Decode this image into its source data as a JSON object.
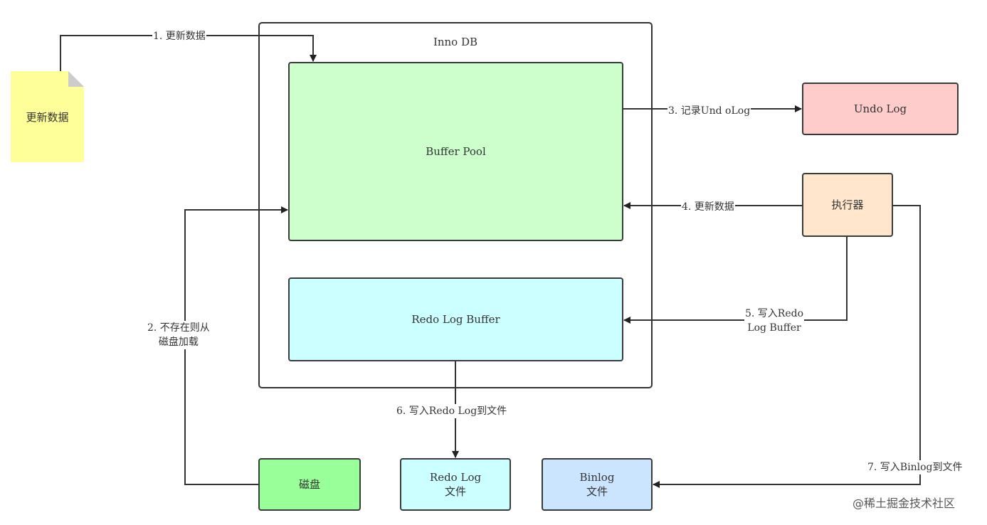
{
  "note": {
    "label": "更新数据",
    "color": "#ffff99"
  },
  "innodb": {
    "title": "Inno DB"
  },
  "boxes": {
    "buffer_pool": {
      "label": "Buffer Pool",
      "color": "#ccffcc"
    },
    "redo_log_buffer": {
      "label": "Redo Log Buffer",
      "color": "#ccffff"
    },
    "undo_log": {
      "label": "Undo Log",
      "color": "#ffcccc"
    },
    "executor": {
      "label": "执行器",
      "color": "#ffe6cc"
    },
    "disk": {
      "label": "磁盘",
      "color": "#99ff99"
    },
    "redo_log_file": {
      "line1": "Redo Log",
      "line2": "文件",
      "color": "#ccffff"
    },
    "binlog_file": {
      "line1": "Binlog",
      "line2": "文件",
      "color": "#cce5ff"
    }
  },
  "edges": {
    "e1": "1. 更新数据",
    "e2_line1": "2. 不存在则从",
    "e2_line2": "磁盘加载",
    "e3": "3. 记录Und oLog",
    "e4": "4. 更新数据",
    "e5_line1": "5. 写入Redo",
    "e5_line2": "Log Buffer",
    "e6": "6. 写入Redo Log到文件",
    "e7": "7. 写入Binlog到文件"
  },
  "watermark": "@稀土掘金技术社区",
  "colors": {
    "line": "#333333",
    "border": "#3a3a3a"
  }
}
